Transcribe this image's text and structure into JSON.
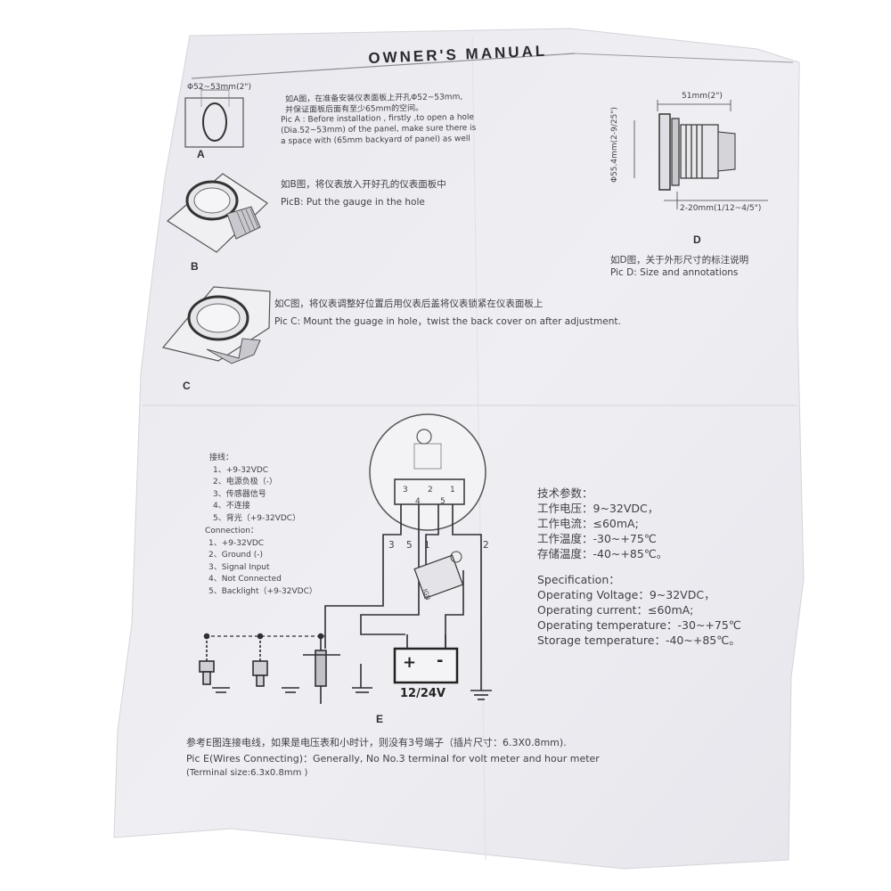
{
  "title": "OWNER'S MANUAL",
  "pic_a": {
    "label": "A",
    "dim": "Φ52~53mm(2\")",
    "text_cn_1": "如A图，在准备安装仪表面板上开孔Φ52~53mm,",
    "text_cn_2": "并保证面板后面有至少65mm的空间。",
    "text_en_1": "Pic A : Before installation , firstly ,to open a hole",
    "text_en_2": "(Dia.52~53mm) of the panel, make sure there is",
    "text_en_3": "a space with (65mm backyard of panel)  as well"
  },
  "pic_b": {
    "label": "B",
    "text_cn": "如B图，将仪表放入开好孔的仪表面板中",
    "text_en": "PicB: Put the gauge in the hole"
  },
  "pic_c": {
    "label": "C",
    "text_cn": "如C图，将仪表调整好位置后用仪表后盖将仪表锁紧在仪表面板上",
    "text_en": "Pic C: Mount the guage in hole，twist the back  cover on after adjustment."
  },
  "pic_d": {
    "label": "D",
    "dim_width": "51mm(2\")",
    "dim_height": "Φ55.4mm(2-9/25\")",
    "dim_depth": "2-20mm(1/12~4/5\")",
    "text_cn": "如D图，关于外形尺寸的标注说明",
    "text_en": "Pic D: Size and annotations"
  },
  "wiring_cn": {
    "heading": "接线：",
    "items": [
      "1、+9-32VDC",
      "2、电源负极（-）",
      "3、传感器信号",
      "4、不连接",
      "5、背光（+9-32VDC）"
    ]
  },
  "wiring_en": {
    "heading": "Connection：",
    "items": [
      "1、+9-32VDC",
      "2、Ground (-)",
      "3、Signal Input",
      "4、Not Connected",
      "5、Backlight（+9-32VDC）"
    ]
  },
  "spec_cn": {
    "heading": "技术参数：",
    "items": [
      "工作电压：9~32VDC，",
      "工作电流：≤60mA;",
      "工作温度：-30~+75℃",
      "存储温度：-40~+85℃。"
    ]
  },
  "spec_en": {
    "heading": "Specification：",
    "items": [
      "Operating Voltage：9~32VDC，",
      "Operating current：≤60mA;",
      "Operating temperature：-30~+75℃",
      "Storage temperature：-40~+85℃。"
    ]
  },
  "diagram": {
    "terminals": [
      "3",
      "2",
      "1",
      "4",
      "5"
    ],
    "wire_labels": [
      "3",
      "5",
      "1",
      "2"
    ],
    "switch_label": "IGN",
    "battery_plus": "+",
    "battery_minus": "-",
    "battery_label": "12/24V",
    "label": "E"
  },
  "pic_e": {
    "text_cn": "参考E图连接电线，如果是电压表和小时计，则没有3号端子（插片尺寸：6.3X0.8mm).",
    "text_en_1": "Pic E(Wires Connecting)：Generally, No No.3 terminal for volt meter and hour meter",
    "text_en_2": "(Terminal size:6.3x0.8mm )"
  },
  "colors": {
    "background": "#ffffff",
    "paper": "#ececf1",
    "ink": "#3a3a40"
  }
}
